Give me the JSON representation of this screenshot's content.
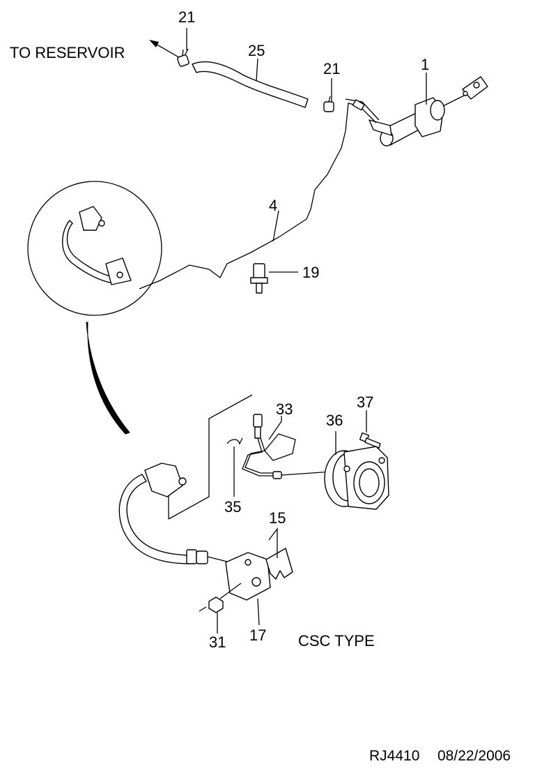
{
  "callouts": {
    "c21a": "21",
    "c25": "25",
    "c21b": "21",
    "c1": "1",
    "c4": "4",
    "c19": "19",
    "c33": "33",
    "c37": "37",
    "c36": "36",
    "c35": "35",
    "c15": "15",
    "c31": "31",
    "c17": "17"
  },
  "labels": {
    "to_reservoir": "TO RESERVOIR",
    "csc_type": "CSC TYPE"
  },
  "footer": {
    "ref": "RJ4410",
    "date": "08/22/2006"
  }
}
